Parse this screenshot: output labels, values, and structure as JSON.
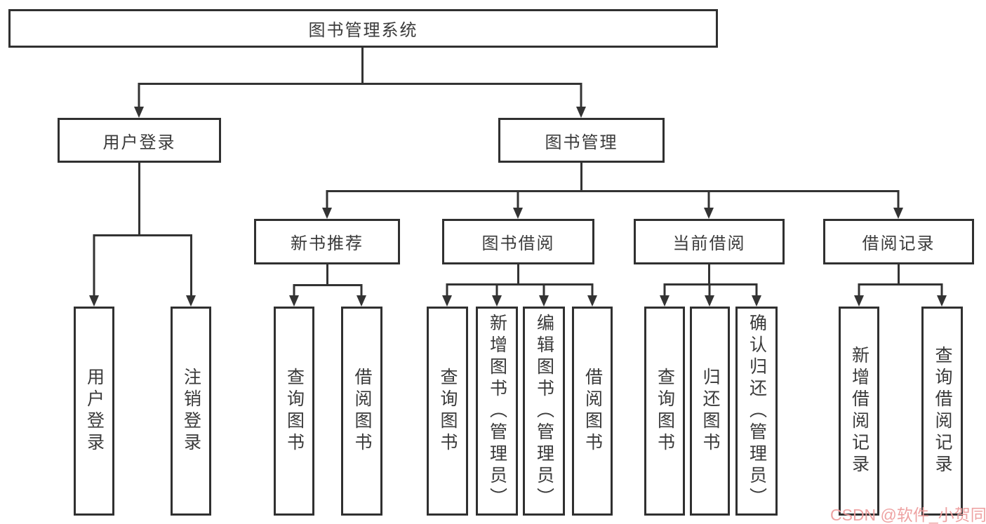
{
  "diagram": {
    "root": {
      "label": "图书管理系统"
    },
    "level1": {
      "user_login": {
        "label": "用户登录"
      },
      "book_mgmt": {
        "label": "图书管理"
      }
    },
    "level2": {
      "new_book_rec": {
        "label": "新书推荐"
      },
      "book_borrow": {
        "label": "图书借阅"
      },
      "current_borrow": {
        "label": "当前借阅"
      },
      "borrow_records": {
        "label": "借阅记录"
      }
    },
    "leaves": {
      "user_login_leaf": "用户登录",
      "logout": "注销登录",
      "query_books_rec": "查询图书",
      "borrow_books_rec": "借阅图书",
      "query_books_borrow": "查询图书",
      "add_books_admin": "新增图书（管理员）",
      "edit_books_admin": "编辑图书（管理员）",
      "borrow_books_borrow": "借阅图书",
      "query_books_current": "查询图书",
      "return_books": "归还图书",
      "confirm_return_admin": "确认归还（管理员）",
      "add_borrow_record": "新增借阅记录",
      "query_borrow_record": "查询借阅记录"
    }
  },
  "watermark": {
    "text": "CSDN @软件_小贺同学",
    "color": "#ee9e9e"
  }
}
